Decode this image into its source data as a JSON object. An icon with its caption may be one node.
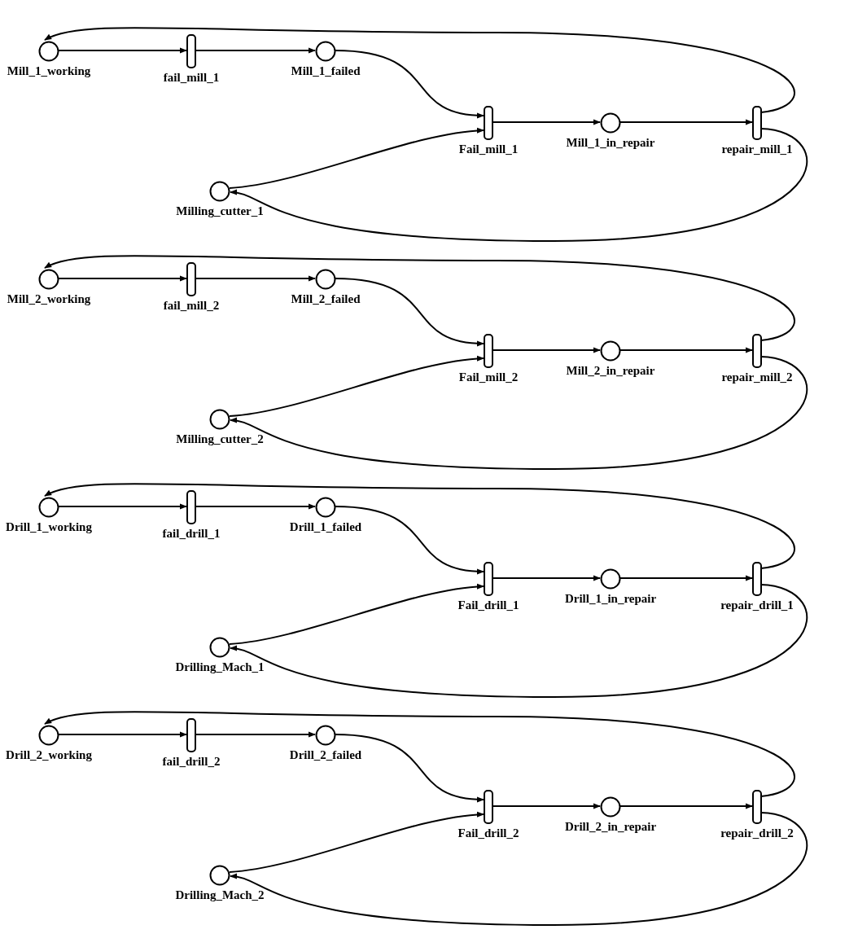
{
  "diagram": {
    "nodes": [
      {
        "text": [
          "Mill_1_working"
        ]
      },
      {
        "text": [
          "fail_mill_1"
        ]
      },
      {
        "text": [
          "Mill_1_failed"
        ]
      },
      {
        "text": [
          "Fail_mill_1"
        ]
      },
      {
        "text": [
          "Mill_1_in_repair"
        ]
      },
      {
        "text": [
          "repair_mill_1"
        ]
      },
      {
        "text": [
          "Milling_cutter_1"
        ]
      },
      {
        "text": [
          "Mill_2_working"
        ]
      },
      {
        "text": [
          "fail_mill_2"
        ]
      },
      {
        "text": [
          "Mill_2_failed"
        ]
      },
      {
        "text": [
          "Fail_mill_2"
        ]
      },
      {
        "text": [
          "Mill_2_in_repair"
        ]
      },
      {
        "text": [
          "repair_mill_2"
        ]
      },
      {
        "text": [
          "Milling_cutter_2"
        ]
      },
      {
        "text": [
          "Drill_1_working"
        ]
      },
      {
        "text": [
          "fail_drill_1"
        ]
      },
      {
        "text": [
          "Drill_1_failed"
        ]
      },
      {
        "text": [
          "Fail_drill_1"
        ]
      },
      {
        "text": [
          "Drill_1_in_repair"
        ]
      },
      {
        "text": [
          "repair_drill_1"
        ]
      },
      {
        "text": [
          "Drilling_Mach_1"
        ]
      },
      {
        "text": [
          "Drill_2_working"
        ]
      },
      {
        "text": [
          "fail_drill_2"
        ]
      },
      {
        "text": [
          "Drill_2_failed"
        ]
      },
      {
        "text": [
          "Fail_drill_2"
        ]
      },
      {
        "text": [
          "Drill_2_in_repair"
        ]
      },
      {
        "text": [
          "repair_drill_2"
        ]
      },
      {
        "text": [
          "Drilling_Mach_2"
        ]
      }
    ],
    "edges": [
      {
        "from": 0,
        "to": 1,
        "arrow": "to"
      },
      {
        "from": 1,
        "to": 2,
        "arrow": "to"
      },
      {
        "from": 2,
        "to": 3,
        "arrow": "to"
      },
      {
        "from": 6,
        "to": 3,
        "arrow": "to"
      },
      {
        "from": 3,
        "to": 4,
        "arrow": "to"
      },
      {
        "from": 4,
        "to": 5,
        "arrow": "to"
      },
      {
        "from": 5,
        "to": 0,
        "arrow": "to"
      },
      {
        "from": 5,
        "to": 6,
        "arrow": "to"
      },
      {
        "from": 7,
        "to": 8,
        "arrow": "to"
      },
      {
        "from": 8,
        "to": 9,
        "arrow": "to"
      },
      {
        "from": 9,
        "to": 10,
        "arrow": "to"
      },
      {
        "from": 13,
        "to": 10,
        "arrow": "to"
      },
      {
        "from": 10,
        "to": 11,
        "arrow": "to"
      },
      {
        "from": 11,
        "to": 12,
        "arrow": "to"
      },
      {
        "from": 12,
        "to": 7,
        "arrow": "to"
      },
      {
        "from": 12,
        "to": 13,
        "arrow": "to"
      },
      {
        "from": 14,
        "to": 15,
        "arrow": "to"
      },
      {
        "from": 15,
        "to": 16,
        "arrow": "to"
      },
      {
        "from": 16,
        "to": 17,
        "arrow": "to"
      },
      {
        "from": 20,
        "to": 17,
        "arrow": "to"
      },
      {
        "from": 17,
        "to": 18,
        "arrow": "to"
      },
      {
        "from": 18,
        "to": 19,
        "arrow": "to"
      },
      {
        "from": 19,
        "to": 14,
        "arrow": "to"
      },
      {
        "from": 19,
        "to": 20,
        "arrow": "to"
      },
      {
        "from": 21,
        "to": 22,
        "arrow": "to"
      },
      {
        "from": 22,
        "to": 23,
        "arrow": "to"
      },
      {
        "from": 23,
        "to": 24,
        "arrow": "to"
      },
      {
        "from": 27,
        "to": 24,
        "arrow": "to"
      },
      {
        "from": 24,
        "to": 25,
        "arrow": "to"
      },
      {
        "from": 25,
        "to": 26,
        "arrow": "to"
      },
      {
        "from": 26,
        "to": 21,
        "arrow": "to"
      },
      {
        "from": 26,
        "to": 27,
        "arrow": "to"
      }
    ]
  }
}
